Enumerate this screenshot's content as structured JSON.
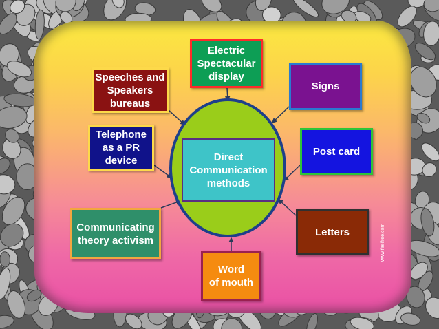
{
  "diagram": {
    "center": {
      "label": "Direct\nCommunication\nmethods"
    },
    "nodes": [
      {
        "id": "electric-spectacular-display",
        "label": "Electric\nSpectacular\ndisplay",
        "fill": "#0d9e55",
        "border": "#ff2a2a"
      },
      {
        "id": "speeches-and-speakers-bureaus",
        "label": "Speeches and\nSpeakers\nbureaus",
        "fill": "#8a1212",
        "border": "#fdd94a"
      },
      {
        "id": "signs",
        "label": "Signs",
        "fill": "#7a1290",
        "border": "#2a7ad0"
      },
      {
        "id": "telephone-as-a-pr-device",
        "label": "Telephone\nas a PR\ndevice",
        "fill": "#10128a",
        "border": "#fdd94a"
      },
      {
        "id": "post-card",
        "label": "Post card",
        "fill": "#1414e0",
        "border": "#2ec43a"
      },
      {
        "id": "communicating-theory-activism",
        "label": "Communicating\ntheory activism",
        "fill": "#2f8f6a",
        "border": "#f2a640"
      },
      {
        "id": "letters",
        "label": "Letters",
        "fill": "#8a2a06",
        "border": "#303030"
      },
      {
        "id": "word-of-mouth",
        "label": "Word\nof mouth",
        "fill": "#f58b10",
        "border": "#9a2050"
      }
    ]
  },
  "watermark": {
    "text": "www.feelfree.com"
  },
  "colors": {
    "ellipse_fill": "#9acd1a",
    "ellipse_border": "#1e3f8a",
    "center_fill": "#3ec4c8",
    "connector": "#2a3a5a"
  }
}
